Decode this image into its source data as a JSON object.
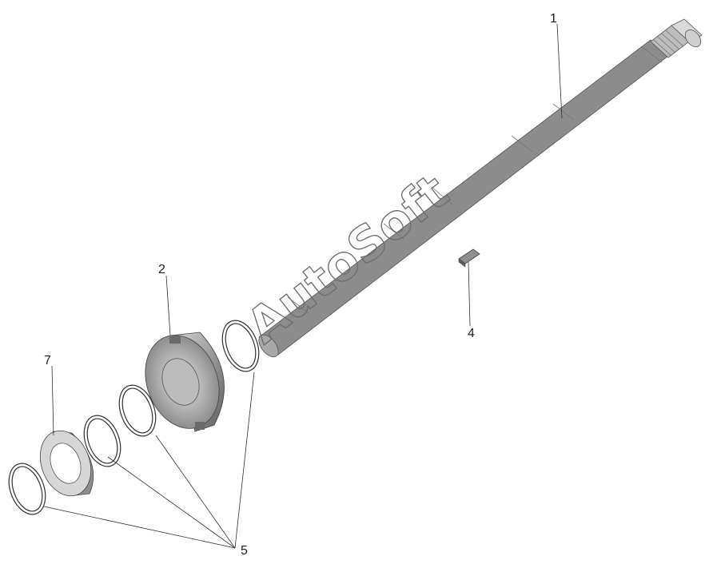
{
  "diagram": {
    "callouts": {
      "shaft": "1",
      "gear_hub": "2",
      "key": "4",
      "snap_rings": "5",
      "washer": "7"
    },
    "watermark": "AutoSoft"
  }
}
